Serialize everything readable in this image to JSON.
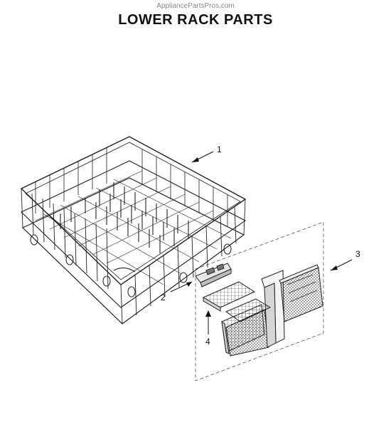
{
  "watermark": "AppliancePartsPros.com",
  "title": "LOWER RACK PARTS",
  "callouts": [
    {
      "id": "1",
      "label": "1"
    },
    {
      "id": "2",
      "label": "2"
    },
    {
      "id": "3",
      "label": "3"
    },
    {
      "id": "4",
      "label": "4"
    }
  ]
}
